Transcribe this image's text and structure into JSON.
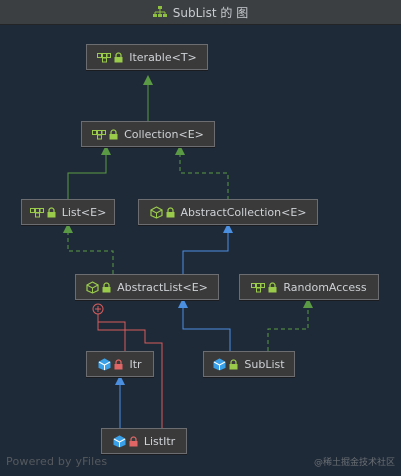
{
  "window": {
    "title": "SubList 的 图"
  },
  "nodes": {
    "iterable": "Iterable<T>",
    "collection": "Collection<E>",
    "list": "List<E>",
    "abstract_collection": "AbstractCollection<E>",
    "abstract_list": "AbstractList<E>",
    "random_access": "RandomAccess",
    "itr": "Itr",
    "sublist": "SubList",
    "list_itr": "ListItr"
  },
  "footer": {
    "powered_by": "Powered by yFiles",
    "watermark": "@稀土掘金技术社区"
  },
  "colors": {
    "interface_extends": "#5b9a45",
    "class_extends": "#4b8fe0",
    "inner_class": "#d65c5c",
    "node_bg": "#3a3a3a",
    "canvas_bg": "#1f2a38"
  }
}
